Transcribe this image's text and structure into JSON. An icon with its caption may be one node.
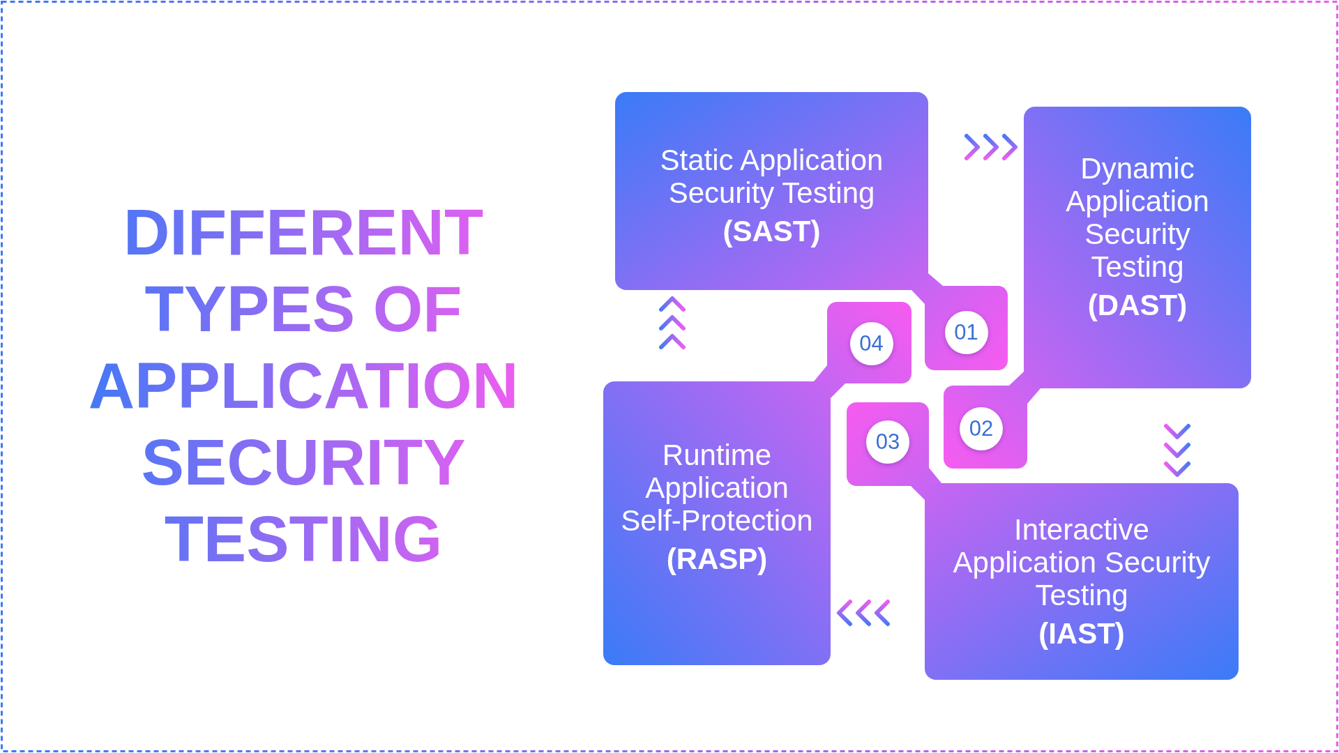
{
  "diagram": {
    "title": "DIFFERENT TYPES OF APPLICATION SECURITY TESTING",
    "nodes": [
      {
        "text": [
          "Static Application Security Testing",
          "(SAST)"
        ]
      },
      {
        "text": [
          "01"
        ]
      },
      {
        "text": [
          "Dynamic Application Security Testing",
          "(DAST)"
        ]
      },
      {
        "text": [
          "02"
        ]
      },
      {
        "text": [
          "Interactive Application Security Testing",
          "(IAST)"
        ]
      },
      {
        "text": [
          "03"
        ]
      },
      {
        "text": [
          "Runtime Application Self-Protection",
          "(RASP)"
        ]
      },
      {
        "text": [
          "04"
        ]
      }
    ],
    "edges": [
      {
        "from": 0,
        "to": 2,
        "arrow": "to"
      },
      {
        "from": 2,
        "to": 4,
        "arrow": "to"
      },
      {
        "from": 4,
        "to": 6,
        "arrow": "to"
      },
      {
        "from": 6,
        "to": 0,
        "arrow": "to"
      }
    ]
  }
}
